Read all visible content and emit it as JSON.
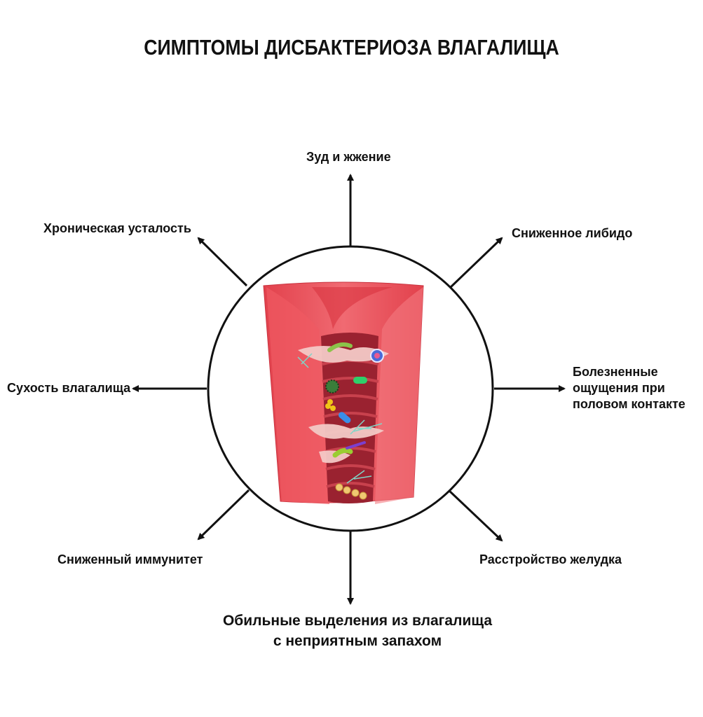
{
  "title": "СИМПТОМЫ ДИСБАКТЕРИОЗА ВЛАГАЛИЩА",
  "symptoms": {
    "top": "Зуд и жжение",
    "top_left": "Хроническая усталость",
    "top_right": "Сниженное либидо",
    "left": "Сухость влагалища",
    "right_line1": "Болезненные",
    "right_line2": "ощущения при",
    "right_line3": "половом контакте",
    "bottom_left": "Сниженный иммунитет",
    "bottom_right": "Расстройство желудка",
    "bottom_line1": "Обильные выделения из влагалища",
    "bottom_line2": "с неприятным запахом"
  },
  "colors": {
    "tissue": "#e8454f",
    "tissue_dark": "#b52a35",
    "lumen": "#8f1f2a",
    "mucosa": "#f3c9c6"
  }
}
